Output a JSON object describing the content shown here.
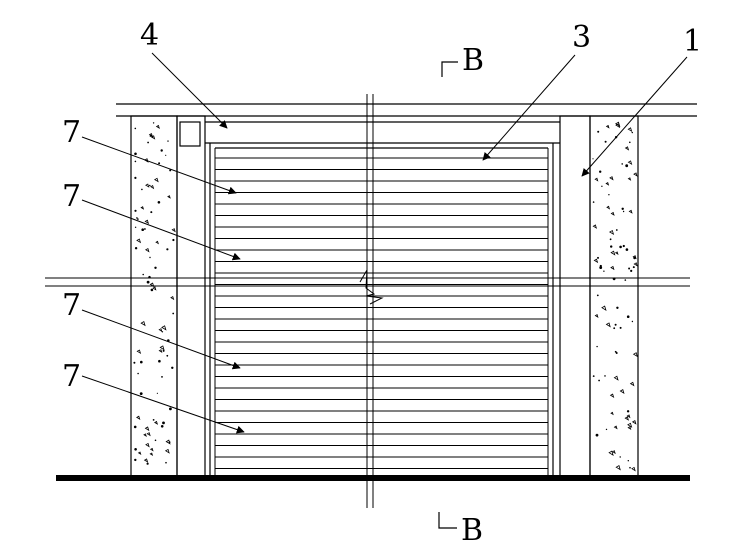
{
  "diagram": {
    "section_mark_top": "B",
    "section_mark_bottom": "B",
    "callouts": [
      {
        "id": "4",
        "label": "4"
      },
      {
        "id": "3",
        "label": "3"
      },
      {
        "id": "1",
        "label": "1"
      },
      {
        "id": "7a",
        "label": "7"
      },
      {
        "id": "7b",
        "label": "7"
      },
      {
        "id": "7c",
        "label": "7"
      },
      {
        "id": "7d",
        "label": "7"
      }
    ]
  }
}
